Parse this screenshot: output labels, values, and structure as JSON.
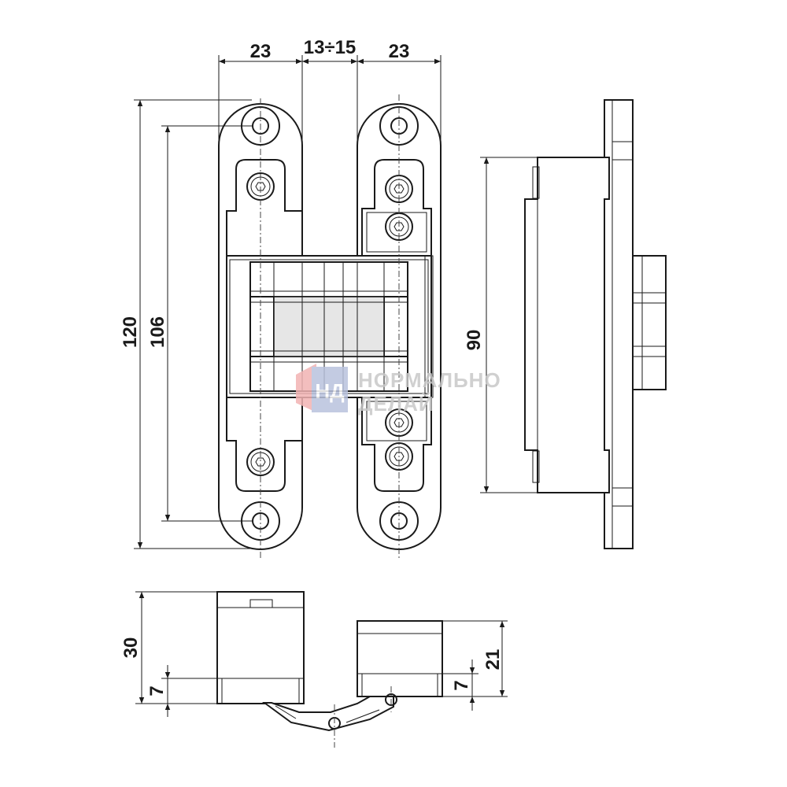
{
  "dimensions": {
    "top_left_width": "23",
    "top_gap": "13÷15",
    "top_right_width": "23",
    "overall_height": "120",
    "hole_spacing": "106",
    "side_height": "90",
    "bottom_depth": "30",
    "bottom_left_offset": "7",
    "bottom_right_depth": "21",
    "bottom_right_offset": "7"
  },
  "watermark": {
    "line1": "НОРМАЛЬНО",
    "line2": "ДЕЛАЙ",
    "logo_letters": "НД"
  }
}
